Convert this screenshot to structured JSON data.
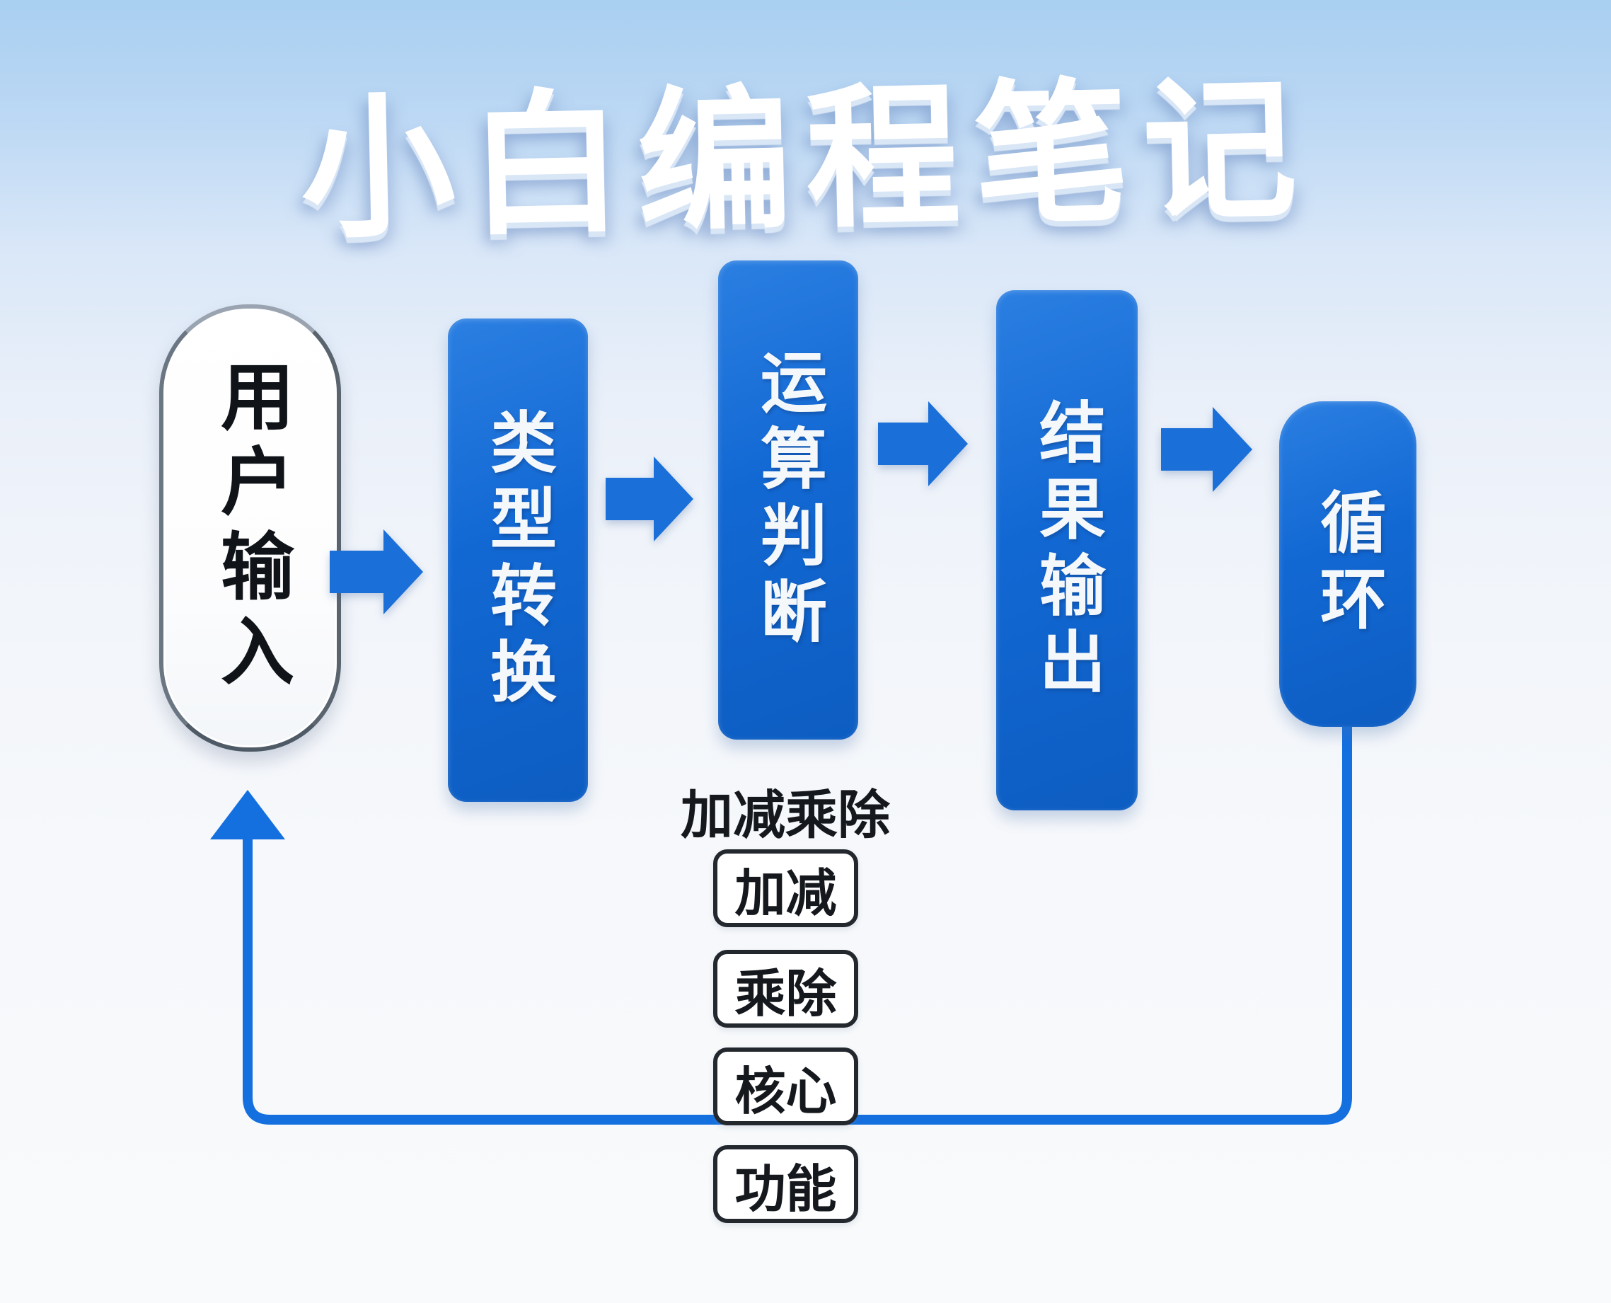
{
  "title": "小白编程笔记",
  "flow": {
    "nodes": [
      {
        "label": "用户输入"
      },
      {
        "label": "类型转换"
      },
      {
        "label": "运算判断"
      },
      {
        "label": "结果输出"
      },
      {
        "label": "循环"
      }
    ]
  },
  "annotation": {
    "heading": "加减乘除",
    "items": [
      "加减",
      "乘除",
      "核心",
      "功能"
    ]
  },
  "colors": {
    "node_blue": "#1268d3",
    "arrow_blue": "#1a6fd8",
    "loop_line": "#146fdf",
    "pill_text": "#101418",
    "note_border": "#23282e",
    "title_color": "#ffffff",
    "bg_top": "#a9cff1",
    "bg_bottom": "#f8fafb"
  }
}
